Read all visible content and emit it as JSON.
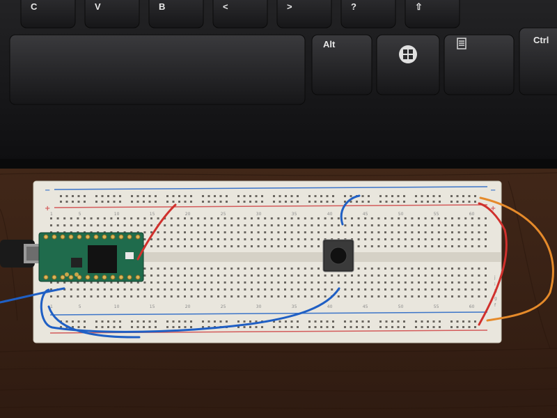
{
  "keyboard": {
    "keys_top": [
      "C",
      "V",
      "B",
      "<",
      ">",
      "?",
      "⇧"
    ],
    "key_alt": "Alt",
    "key_ctrl": "Ctrl"
  },
  "breadboard": {
    "column_numbers": [
      "1",
      "5",
      "10",
      "15",
      "20",
      "25",
      "30",
      "35",
      "40",
      "45",
      "50",
      "55",
      "60"
    ],
    "row_letters": [
      "f",
      "g",
      "h",
      "i",
      "j"
    ],
    "rail_minus": "−",
    "rail_plus": "+"
  },
  "colors": {
    "wood": "#4a2d1c",
    "keyboard": "#1c1c1e",
    "breadboard": "#e9e6dd",
    "pcb": "#1f6b4c",
    "wire_red": "#d0312d",
    "wire_blue": "#1f5fc4",
    "wire_orange": "#e58a2a"
  }
}
